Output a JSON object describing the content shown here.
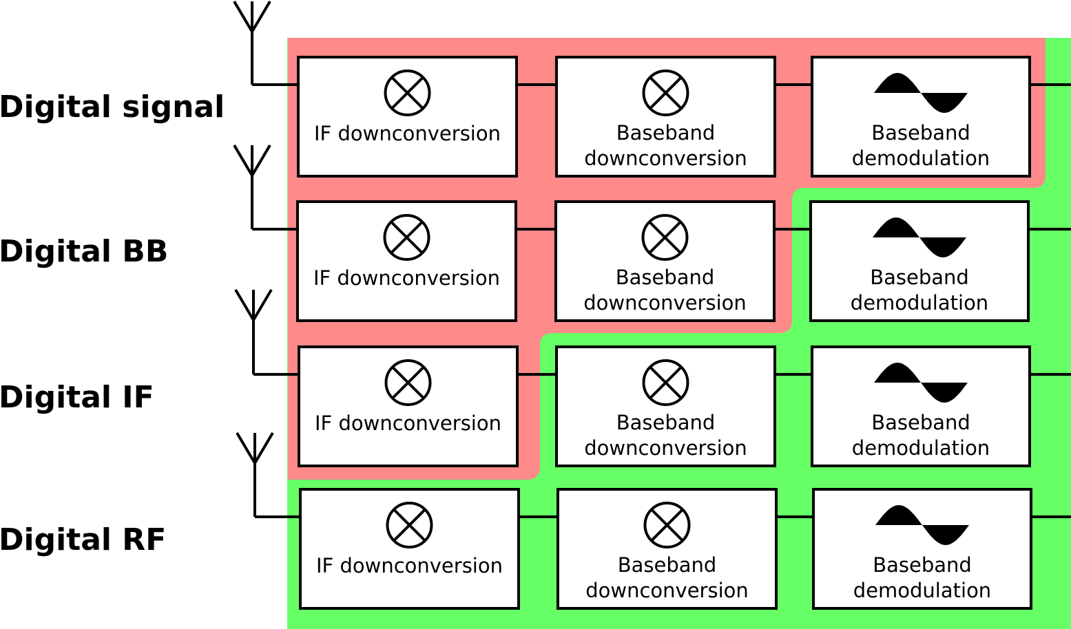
{
  "colors": {
    "analog_region": "#ff8a8a",
    "digital_region": "#66ff66",
    "box_fill": "#ffffff",
    "stroke": "#000000"
  },
  "rows": [
    {
      "label": "Digital signal",
      "blocks": [
        {
          "icon": "mixer-icon",
          "lines": [
            "IF downconversion"
          ]
        },
        {
          "icon": "mixer-icon",
          "lines": [
            "Baseband",
            "downconversion"
          ]
        },
        {
          "icon": "sine-wave-icon",
          "lines": [
            "Baseband",
            "demodulation"
          ]
        }
      ]
    },
    {
      "label": "Digital BB",
      "blocks": [
        {
          "icon": "mixer-icon",
          "lines": [
            "IF downconversion"
          ]
        },
        {
          "icon": "mixer-icon",
          "lines": [
            "Baseband",
            "downconversion"
          ]
        },
        {
          "icon": "sine-wave-icon",
          "lines": [
            "Baseband",
            "demodulation"
          ]
        }
      ]
    },
    {
      "label": "Digital IF",
      "blocks": [
        {
          "icon": "mixer-icon",
          "lines": [
            "IF downconversion"
          ]
        },
        {
          "icon": "mixer-icon",
          "lines": [
            "Baseband",
            "downconversion"
          ]
        },
        {
          "icon": "sine-wave-icon",
          "lines": [
            "Baseband",
            "demodulation"
          ]
        }
      ]
    },
    {
      "label": "Digital RF",
      "blocks": [
        {
          "icon": "mixer-icon",
          "lines": [
            "IF downconversion"
          ]
        },
        {
          "icon": "mixer-icon",
          "lines": [
            "Baseband",
            "downconversion"
          ]
        },
        {
          "icon": "sine-wave-icon",
          "lines": [
            "Baseband",
            "demodulation"
          ]
        }
      ]
    }
  ]
}
